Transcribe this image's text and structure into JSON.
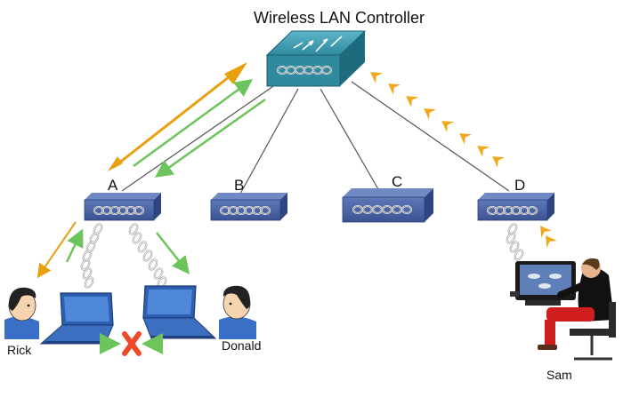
{
  "controller": {
    "label": "Wireless LAN Controller"
  },
  "access_points": [
    {
      "id": "A",
      "label": "A"
    },
    {
      "id": "B",
      "label": "B"
    },
    {
      "id": "C",
      "label": "C"
    },
    {
      "id": "D",
      "label": "D"
    }
  ],
  "people": [
    {
      "id": "rick",
      "label": "Rick"
    },
    {
      "id": "donald",
      "label": "Donald"
    },
    {
      "id": "sam",
      "label": "Sam"
    }
  ],
  "colors": {
    "device_blue": "#3f5a9c",
    "controller_teal": "#2f8a9e",
    "orange_arrow": "#e8a010",
    "green_arrow": "#6cc45a",
    "block_x": "#ee4a2a",
    "line_gray": "#555555"
  }
}
